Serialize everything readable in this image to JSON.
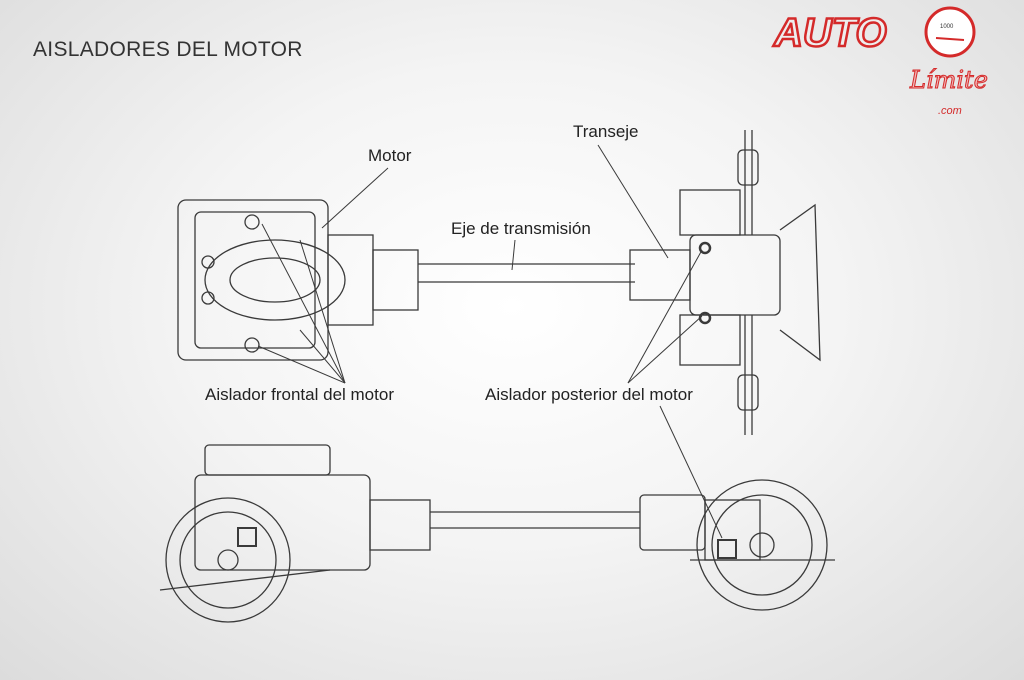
{
  "title": "AISLADORES DEL MOTOR",
  "logo": {
    "main": "AUTO",
    "script": "Límite",
    "suffix": ".com",
    "gauge": "1000"
  },
  "labels": {
    "motor": "Motor",
    "transeje": "Transeje",
    "eje": "Eje de transmisión",
    "frontal": "Aislador frontal del motor",
    "posterior": "Aislador posterior del motor"
  },
  "colors": {
    "line": "#3a3a3a",
    "logo_red": "#d42a2a"
  }
}
